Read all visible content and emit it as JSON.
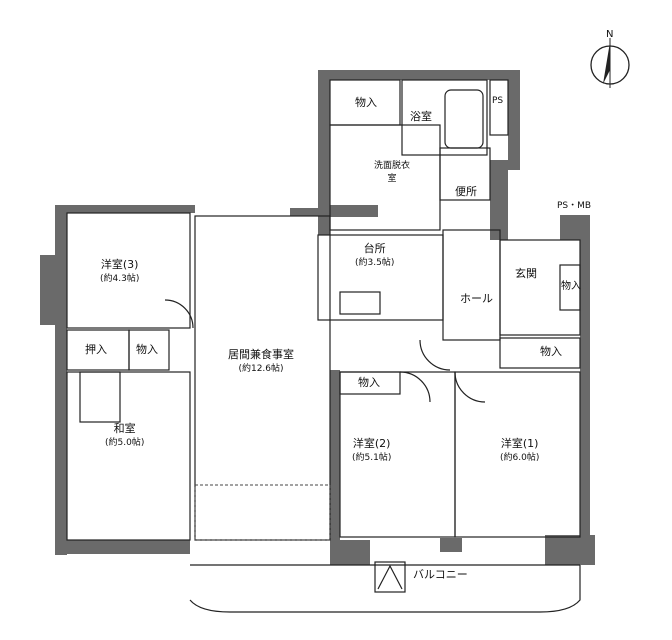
{
  "compass": {
    "label": "N"
  },
  "rooms": {
    "western3": {
      "name": "洋室(3)",
      "area": "(約4.3帖)"
    },
    "oshiire": {
      "name": "押入"
    },
    "storage_left": {
      "name": "物入"
    },
    "washitsu": {
      "name": "和室",
      "area": "(約5.0帖)"
    },
    "living": {
      "name": "居間兼食事室",
      "area": "(約12.6帖)"
    },
    "storage_top": {
      "name": "物入"
    },
    "bath": {
      "name": "浴室"
    },
    "ps_top": {
      "name": "PS"
    },
    "washroom": {
      "name": "洗面脱衣室"
    },
    "toilet": {
      "name": "便所"
    },
    "kitchen": {
      "name": "台所",
      "area": "(約3.5帖)"
    },
    "hall": {
      "name": "ホール"
    },
    "entrance": {
      "name": "玄関"
    },
    "ps_mb": {
      "name": "PS・MB"
    },
    "storage_entrance": {
      "name": "物入"
    },
    "storage_hall": {
      "name": "物入"
    },
    "storage_w2": {
      "name": "物入"
    },
    "western2": {
      "name": "洋室(2)",
      "area": "(約5.1帖)"
    },
    "western1": {
      "name": "洋室(1)",
      "area": "(約6.0帖)"
    },
    "balcony": {
      "name": "バルコニー"
    }
  }
}
